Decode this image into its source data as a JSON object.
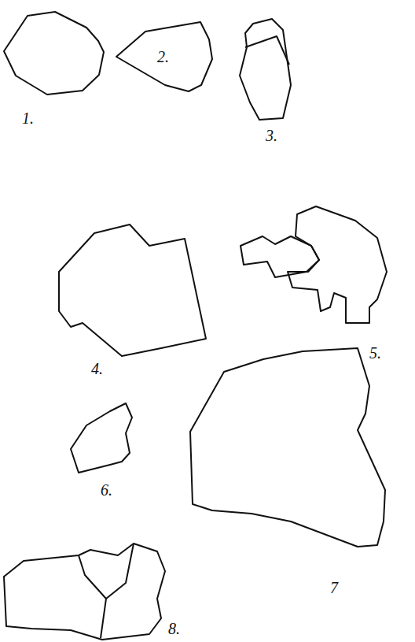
{
  "diagram": {
    "labels": [
      "1.",
      "2.",
      "3.",
      "4.",
      "5.",
      "6.",
      "7",
      "8."
    ]
  }
}
